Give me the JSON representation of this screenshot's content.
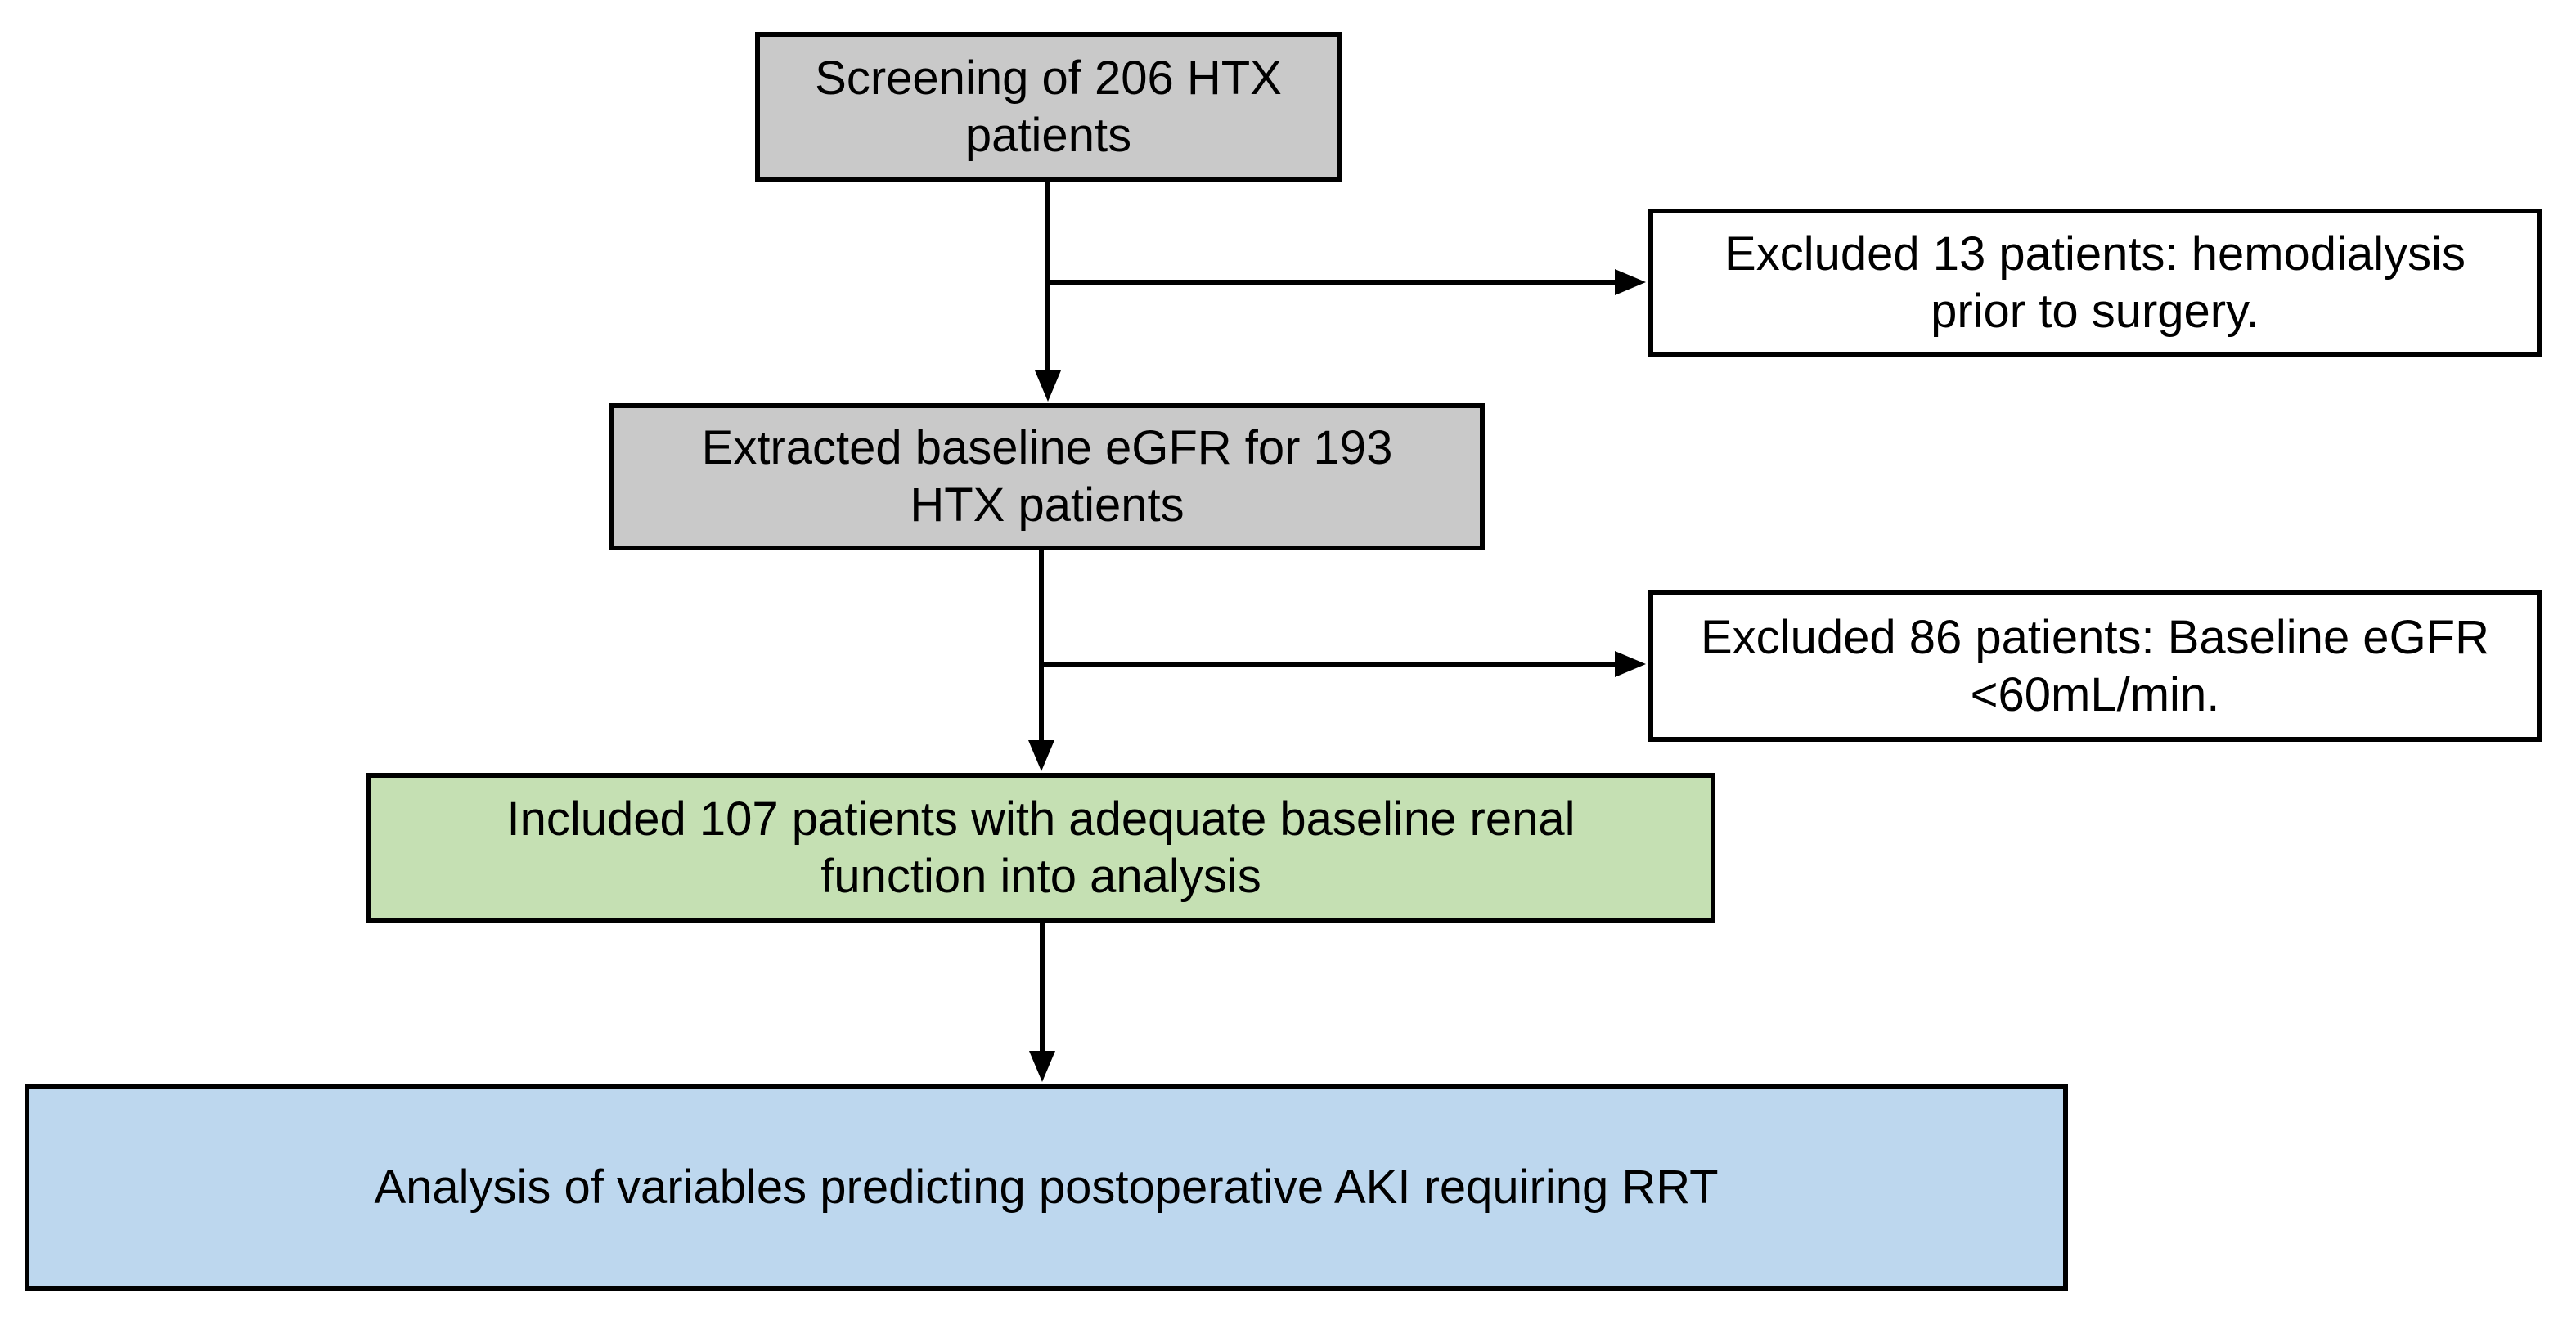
{
  "diagram": {
    "type": "flowchart",
    "background": "#FFFFFF",
    "colors": {
      "border": "#000000",
      "text": "#000000",
      "gray_fill": "#C9C9C9",
      "green_fill": "#C5E0B3",
      "blue_fill": "#BDD7EE",
      "white_fill": "#FFFFFF"
    },
    "nodes": [
      {
        "id": "screening",
        "label": "Screening of 206 HTX\npatients",
        "fill": "#C9C9C9"
      },
      {
        "id": "excluded-hemodialysis",
        "label": "Excluded 13 patients: hemodialysis\nprior to surgery.",
        "fill": "#FFFFFF"
      },
      {
        "id": "extracted-egfr",
        "label": "Extracted baseline eGFR for 193\nHTX patients",
        "fill": "#C9C9C9"
      },
      {
        "id": "excluded-low-egfr",
        "label": "Excluded 86 patients: Baseline eGFR\n<60mL/min.",
        "fill": "#FFFFFF"
      },
      {
        "id": "included-patients",
        "label": "Included 107 patients with adequate baseline renal\nfunction into analysis",
        "fill": "#C5E0B3"
      },
      {
        "id": "analysis",
        "label": "Analysis of variables predicting postoperative AKI requiring RRT",
        "fill": "#BDD7EE"
      }
    ]
  }
}
